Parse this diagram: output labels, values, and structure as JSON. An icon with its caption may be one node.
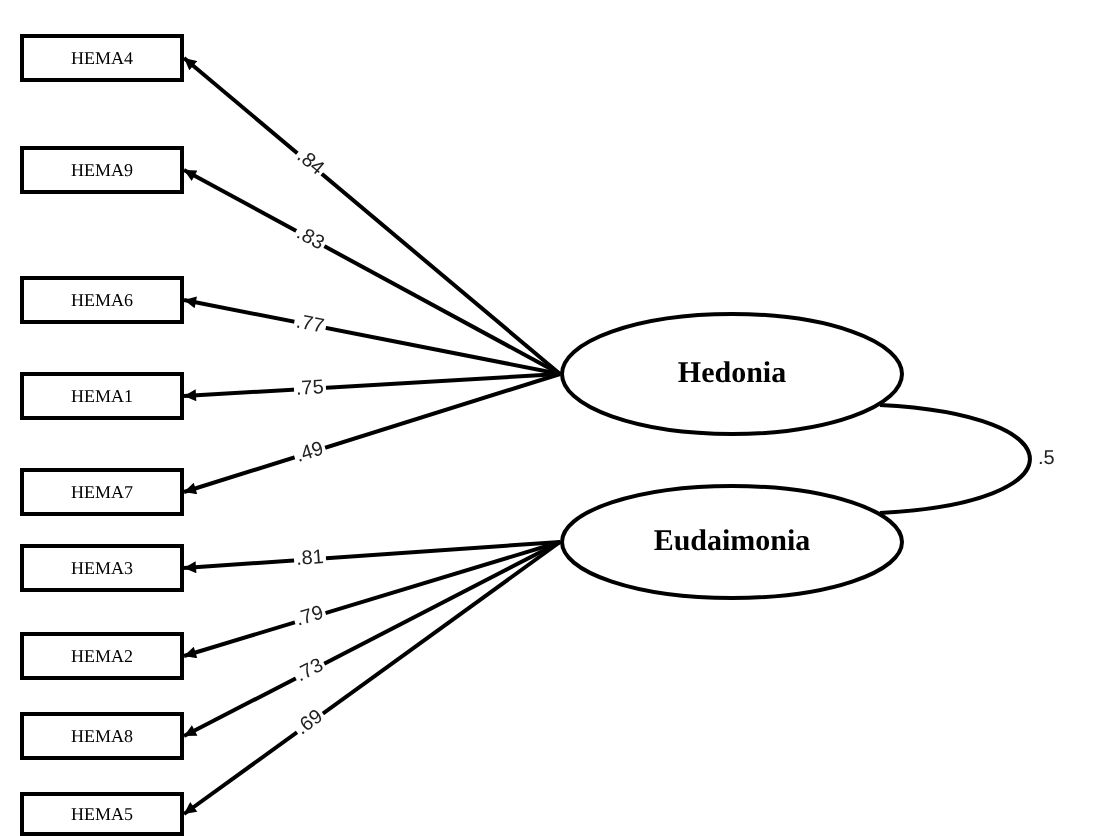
{
  "diagram": {
    "nodes": [
      {
        "text": [
          "HEMA4"
        ]
      },
      {
        "text": [
          "HEMA9"
        ]
      },
      {
        "text": [
          "HEMA6"
        ]
      },
      {
        "text": [
          "HEMA1"
        ]
      },
      {
        "text": [
          "HEMA7"
        ]
      },
      {
        "text": [
          "HEMA3"
        ]
      },
      {
        "text": [
          "HEMA2"
        ]
      },
      {
        "text": [
          "HEMA8"
        ]
      },
      {
        "text": [
          "HEMA5"
        ]
      },
      {
        "text": [
          "Hedonia"
        ]
      },
      {
        "text": [
          "Eudaimonia"
        ]
      }
    ],
    "edges": [
      {
        "from": 9,
        "to": 0,
        "arrow": "to",
        "label": ".84"
      },
      {
        "from": 9,
        "to": 1,
        "arrow": "to",
        "label": ".83"
      },
      {
        "from": 9,
        "to": 2,
        "arrow": "to",
        "label": ".77"
      },
      {
        "from": 9,
        "to": 3,
        "arrow": "to",
        "label": ".75"
      },
      {
        "from": 9,
        "to": 4,
        "arrow": "to",
        "label": ".49"
      },
      {
        "from": 10,
        "to": 5,
        "arrow": "to",
        "label": ".81"
      },
      {
        "from": 10,
        "to": 6,
        "arrow": "to",
        "label": ".79"
      },
      {
        "from": 10,
        "to": 7,
        "arrow": "to",
        "label": ".73"
      },
      {
        "from": 10,
        "to": 8,
        "arrow": "to",
        "label": ".69"
      },
      {
        "from": 9,
        "to": 10,
        "arrow": "none",
        "label": ".5"
      }
    ]
  }
}
